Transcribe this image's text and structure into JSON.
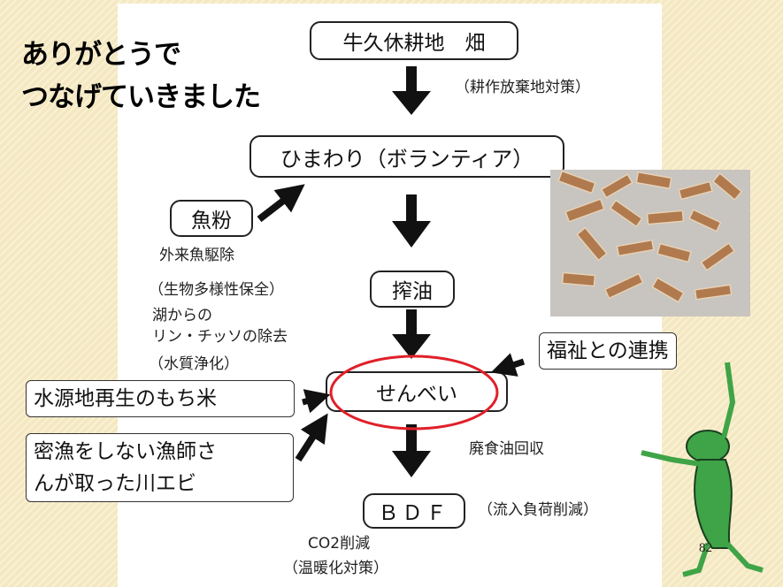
{
  "heading": {
    "line1": "ありがとうで",
    "line2": "つなげていきました"
  },
  "flow": {
    "field": "牛久休耕地　畑",
    "field_note": "（耕作放棄地対策）",
    "sunflower": "ひまわり（ボランティア）",
    "fishmeal": "魚粉",
    "fish_notes": [
      "外来魚駆除",
      "（生物多様性保全）",
      "湖からの",
      "リン・チッソの除去",
      "（水質浄化）"
    ],
    "oil": "搾油",
    "senbei": "せんべい",
    "waste_oil_note": "廃食油回収",
    "bdf": "ＢＤＦ",
    "bdf_note": "（流入負荷削減）",
    "co2": "CO2削減",
    "co2_note": "（温暖化対策）"
  },
  "callouts": {
    "welfare": "福祉との連携",
    "rice": "水源地再生のもち米",
    "shrimp_line1": "密漁をしない漁師さ",
    "shrimp_line2": "んが取った川エビ"
  },
  "page_number": "82",
  "colors": {
    "highlight_circle": "#e0202a",
    "arrow": "#111111",
    "frog_green": "#3fa447"
  }
}
